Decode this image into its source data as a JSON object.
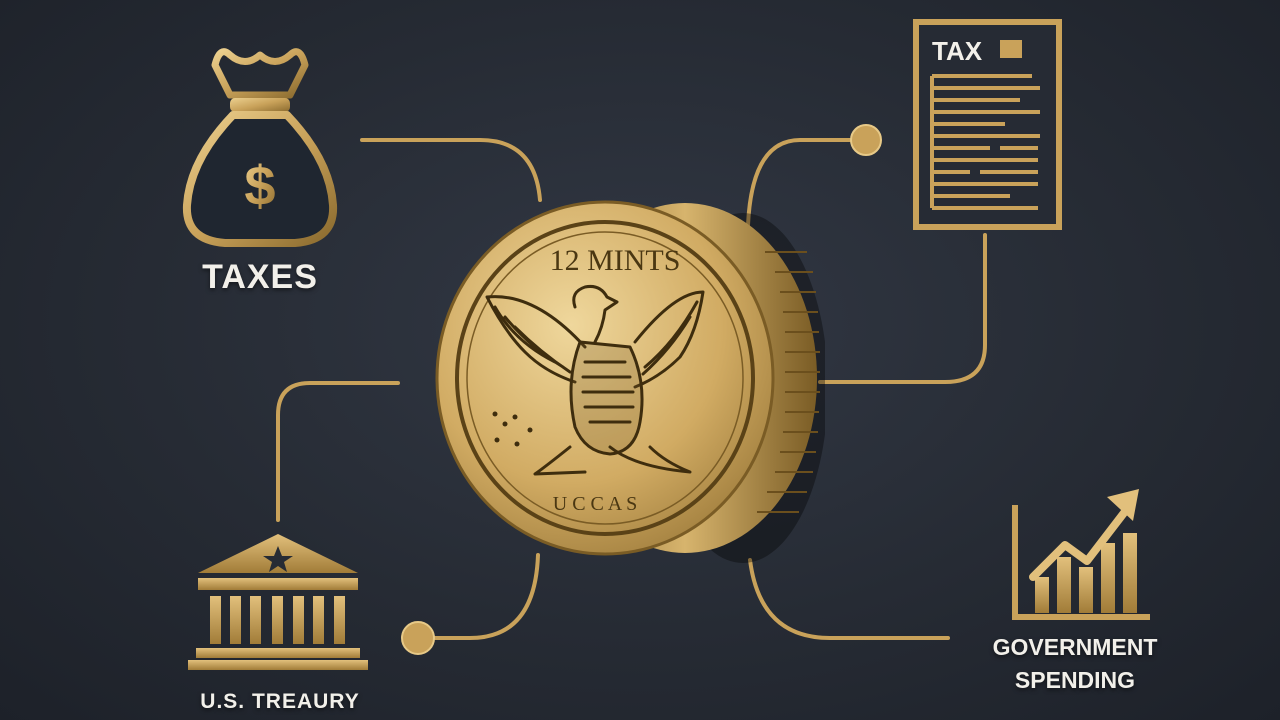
{
  "nodes": {
    "taxes": {
      "label": "TAXES",
      "icon": "money-bag-icon"
    },
    "tax_document": {
      "header": "TAX",
      "icon": "tax-document-icon"
    },
    "treasury": {
      "label": "U.S. TREAURY",
      "icon": "treasury-building-icon"
    },
    "government_spending": {
      "label_line1": "GOVERNMENT",
      "label_line2": "SPENDING",
      "icon": "growth-chart-icon"
    }
  },
  "coin": {
    "inscription_top": "12 MINTS",
    "inscription_bottom": "U C C A S",
    "icon": "eagle-coin-icon"
  },
  "colors": {
    "background": "#262b34",
    "gold": "#c9a25a",
    "gold_light": "#e7c987",
    "gold_dark": "#8a6a2e",
    "text": "#f2f0ea"
  }
}
